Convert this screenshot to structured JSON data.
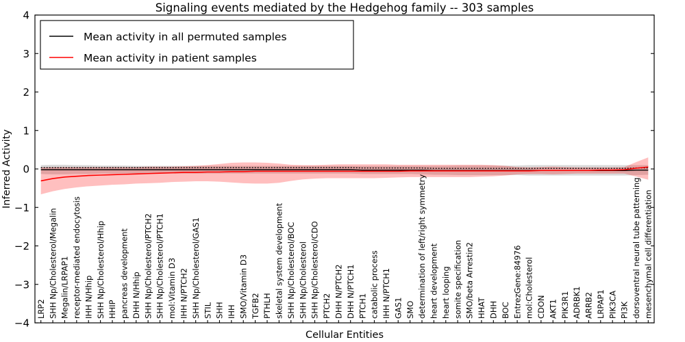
{
  "chart_data": {
    "type": "line",
    "title": "Signaling events mediated by the Hedgehog family -- 303 samples",
    "xlabel": "Cellular Entities",
    "ylabel": "Inferred Activity",
    "ylim": [
      -4,
      4
    ],
    "yticks": [
      -4,
      -3,
      -2,
      -1,
      0,
      1,
      2,
      3,
      4
    ],
    "ytick_labels": [
      "−4",
      "−3",
      "−2",
      "−1",
      "0",
      "1",
      "2",
      "3",
      "4"
    ],
    "grid": false,
    "legend_position": "upper left",
    "legend": [
      {
        "label": "Mean activity in all permuted samples",
        "color": "#000000"
      },
      {
        "label": "Mean activity in patient samples",
        "color": "#ff0000"
      }
    ],
    "categories": [
      "LRP2",
      "SHH Np/Cholesterol/Megalin",
      "Megalin/LRPAP1",
      "receptor-mediated endocytosis",
      "IHH N/Hhip",
      "SHH Np/Cholesterol/Hhip",
      "HHIP",
      "pancreas development",
      "DHH N/Hhip",
      "SHH Np/Cholesterol/PTCH2",
      "SHH Np/Cholesterol/PTCH1",
      "mol:Vitamin D3",
      "IHH N/PTCH2",
      "SHH Np/Cholesterol/GAS1",
      "STIL",
      "SHH",
      "IHH",
      "SMO/Vitamin D3",
      "TGFB2",
      "PTHLH",
      "skeletal system development",
      "SHH Np/Cholesterol/BOC",
      "SHH Np/Cholesterol",
      "SHH Np/Cholesterol/CDO",
      "PTCH2",
      "DHH N/PTCH2",
      "DHH N/PTCH1",
      "PTCH1",
      "catabolic process",
      "IHH N/PTCH1",
      "GAS1",
      "SMO",
      "determination of left/right symmetry",
      "heart development",
      "heart looping",
      "somite specification",
      "SMO/beta Arrestin2",
      "HHAT",
      "DHH",
      "BOC",
      "EntrezGene:84976",
      "mol:Cholesterol",
      "CDON",
      "AKT1",
      "PIK3R1",
      "ADRBK1",
      "ARRB2",
      "LRPAP1",
      "PIK3CA",
      "PI3K",
      "dorsoventral neural tube patterning",
      "mesenchymal cell differentiation"
    ],
    "series": [
      {
        "name": "Mean activity in all permuted samples",
        "color": "#000000",
        "style": "solid-with-dotted-overlay",
        "values": [
          -0.02,
          -0.02,
          -0.02,
          -0.02,
          -0.02,
          -0.02,
          -0.02,
          -0.02,
          -0.02,
          -0.02,
          -0.02,
          -0.02,
          -0.02,
          -0.02,
          -0.02,
          -0.02,
          -0.02,
          -0.02,
          -0.02,
          -0.02,
          -0.02,
          -0.02,
          -0.02,
          -0.02,
          -0.02,
          -0.02,
          -0.02,
          -0.03,
          -0.03,
          -0.03,
          -0.03,
          -0.03,
          -0.03,
          -0.04,
          -0.04,
          -0.04,
          -0.04,
          -0.04,
          -0.04,
          -0.04,
          -0.04,
          -0.04,
          -0.04,
          -0.04,
          -0.04,
          -0.04,
          -0.04,
          -0.04,
          -0.04,
          -0.04,
          -0.03,
          -0.03
        ],
        "band_upper": [
          0.1,
          0.11,
          0.11,
          0.1,
          0.1,
          0.09,
          0.09,
          0.09,
          0.08,
          0.08,
          0.08,
          0.08,
          0.08,
          0.08,
          0.08,
          0.08,
          0.08,
          0.08,
          0.08,
          0.08,
          0.08,
          0.08,
          0.08,
          0.08,
          0.08,
          0.08,
          0.08,
          0.08,
          0.08,
          0.08,
          0.08,
          0.08,
          0.08,
          0.08,
          0.08,
          0.09,
          0.09,
          0.09,
          0.09,
          0.09,
          0.09,
          0.1,
          0.1,
          0.1,
          0.1,
          0.1,
          0.1,
          0.1,
          0.1,
          0.1,
          0.1,
          0.1
        ],
        "band_lower": [
          -0.13,
          -0.14,
          -0.14,
          -0.13,
          -0.13,
          -0.12,
          -0.12,
          -0.12,
          -0.12,
          -0.12,
          -0.12,
          -0.12,
          -0.12,
          -0.12,
          -0.12,
          -0.12,
          -0.12,
          -0.12,
          -0.12,
          -0.12,
          -0.12,
          -0.12,
          -0.12,
          -0.12,
          -0.12,
          -0.12,
          -0.12,
          -0.13,
          -0.13,
          -0.13,
          -0.13,
          -0.13,
          -0.14,
          -0.15,
          -0.15,
          -0.16,
          -0.16,
          -0.16,
          -0.16,
          -0.16,
          -0.16,
          -0.17,
          -0.17,
          -0.17,
          -0.17,
          -0.17,
          -0.17,
          -0.17,
          -0.17,
          -0.17,
          -0.16,
          -0.15
        ]
      },
      {
        "name": "Mean activity in patient samples",
        "color": "#ff0000",
        "style": "solid",
        "values": [
          -0.31,
          -0.25,
          -0.21,
          -0.19,
          -0.17,
          -0.16,
          -0.15,
          -0.14,
          -0.13,
          -0.12,
          -0.11,
          -0.1,
          -0.09,
          -0.09,
          -0.08,
          -0.08,
          -0.07,
          -0.07,
          -0.06,
          -0.06,
          -0.06,
          -0.06,
          -0.06,
          -0.06,
          -0.06,
          -0.06,
          -0.06,
          -0.06,
          -0.06,
          -0.06,
          -0.06,
          -0.05,
          -0.05,
          -0.05,
          -0.05,
          -0.05,
          -0.05,
          -0.05,
          -0.05,
          -0.05,
          -0.05,
          -0.05,
          -0.04,
          -0.04,
          -0.04,
          -0.04,
          -0.04,
          -0.03,
          -0.03,
          -0.02,
          0.02,
          0.05
        ],
        "band_upper": [
          0.04,
          0.05,
          0.05,
          0.05,
          0.05,
          0.05,
          0.05,
          0.05,
          0.05,
          0.06,
          0.06,
          0.06,
          0.07,
          0.08,
          0.1,
          0.13,
          0.16,
          0.17,
          0.17,
          0.16,
          0.14,
          0.11,
          0.1,
          0.1,
          0.11,
          0.12,
          0.12,
          0.12,
          0.12,
          0.12,
          0.11,
          0.11,
          0.11,
          0.11,
          0.11,
          0.11,
          0.11,
          0.11,
          0.1,
          0.08,
          0.05,
          0.04,
          0.05,
          0.06,
          0.05,
          0.04,
          0.04,
          0.04,
          0.04,
          0.05,
          0.18,
          0.3
        ],
        "band_lower": [
          -0.66,
          -0.58,
          -0.52,
          -0.48,
          -0.45,
          -0.43,
          -0.41,
          -0.4,
          -0.38,
          -0.37,
          -0.36,
          -0.34,
          -0.33,
          -0.32,
          -0.32,
          -0.33,
          -0.35,
          -0.37,
          -0.38,
          -0.38,
          -0.36,
          -0.31,
          -0.27,
          -0.25,
          -0.24,
          -0.24,
          -0.24,
          -0.24,
          -0.24,
          -0.23,
          -0.22,
          -0.21,
          -0.21,
          -0.21,
          -0.21,
          -0.21,
          -0.21,
          -0.2,
          -0.19,
          -0.17,
          -0.14,
          -0.13,
          -0.13,
          -0.14,
          -0.13,
          -0.12,
          -0.12,
          -0.12,
          -0.12,
          -0.12,
          -0.2,
          -0.28
        ]
      }
    ]
  }
}
